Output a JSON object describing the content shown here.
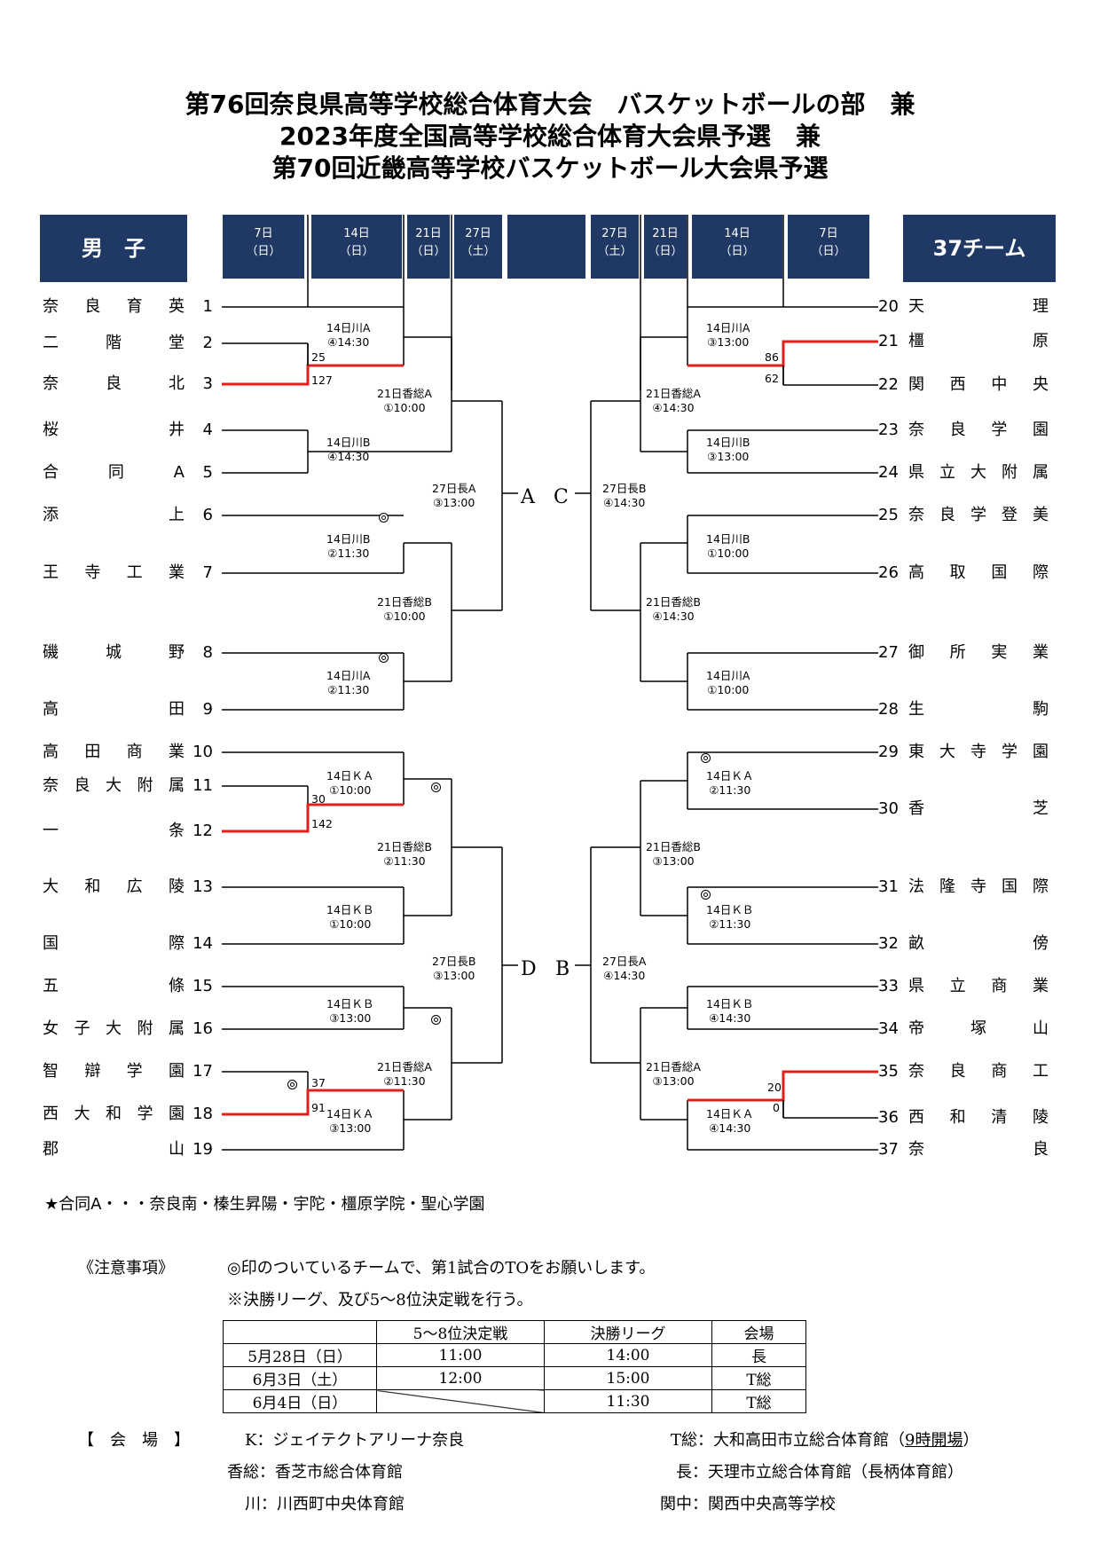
{
  "title": {
    "line1": "第76回奈良県高等学校総合体育大会　バスケットボールの部　兼",
    "line2": "2023年度全国高等学校総合体育大会県予選　兼",
    "line3": "第70回近畿高等学校バスケットボール大会県予選"
  },
  "header": {
    "division": "男　子",
    "team_count": "37チーム",
    "days_left": [
      {
        "date": "7日",
        "dow": "（日）"
      },
      {
        "date": "14日",
        "dow": "（日）"
      },
      {
        "date": "21日",
        "dow": "（日）"
      },
      {
        "date": "27日",
        "dow": "（土）"
      }
    ],
    "days_right": [
      {
        "date": "27日",
        "dow": "（土）"
      },
      {
        "date": "21日",
        "dow": "（日）"
      },
      {
        "date": "14日",
        "dow": "（日）"
      },
      {
        "date": "7日",
        "dow": "（日）"
      }
    ]
  },
  "teams_left": [
    {
      "no": "1",
      "name": "奈良育英"
    },
    {
      "no": "2",
      "name": "二階堂"
    },
    {
      "no": "3",
      "name": "奈良北"
    },
    {
      "no": "4",
      "name": "桜井"
    },
    {
      "no": "5",
      "name": "合同A"
    },
    {
      "no": "6",
      "name": "添上"
    },
    {
      "no": "7",
      "name": "王寺工業"
    },
    {
      "no": "8",
      "name": "磯城野"
    },
    {
      "no": "9",
      "name": "高田"
    },
    {
      "no": "10",
      "name": "高田商業"
    },
    {
      "no": "11",
      "name": "奈良大附属"
    },
    {
      "no": "12",
      "name": "一条"
    },
    {
      "no": "13",
      "name": "大和広陵"
    },
    {
      "no": "14",
      "name": "国際"
    },
    {
      "no": "15",
      "name": "五條"
    },
    {
      "no": "16",
      "name": "女子大附属"
    },
    {
      "no": "17",
      "name": "智辯学園"
    },
    {
      "no": "18",
      "name": "西大和学園"
    },
    {
      "no": "19",
      "name": "郡山"
    }
  ],
  "teams_right": [
    {
      "no": "20",
      "name": "天理"
    },
    {
      "no": "21",
      "name": "橿原"
    },
    {
      "no": "22",
      "name": "関西中央"
    },
    {
      "no": "23",
      "name": "奈良学園"
    },
    {
      "no": "24",
      "name": "県立大附属"
    },
    {
      "no": "25",
      "name": "奈良学登美"
    },
    {
      "no": "26",
      "name": "高取国際"
    },
    {
      "no": "27",
      "name": "御所実業"
    },
    {
      "no": "28",
      "name": "生駒"
    },
    {
      "no": "29",
      "name": "東大寺学園"
    },
    {
      "no": "30",
      "name": "香芝"
    },
    {
      "no": "31",
      "name": "法隆寺国際"
    },
    {
      "no": "32",
      "name": "畝傍"
    },
    {
      "no": "33",
      "name": "県立商業"
    },
    {
      "no": "34",
      "name": "帝塚山"
    },
    {
      "no": "35",
      "name": "奈良商工"
    },
    {
      "no": "36",
      "name": "西和清陵"
    },
    {
      "no": "37",
      "name": "奈良"
    }
  ],
  "match_labels": {
    "l1": [
      "14日川A",
      "④14:30"
    ],
    "l2": [
      "21日香総A",
      "①10:00"
    ],
    "l3": [
      "14日川B",
      "④14:30"
    ],
    "l4": [
      "27日長A",
      "③13:00"
    ],
    "l5": [
      "14日川B",
      "②11:30"
    ],
    "l6": [
      "21日香総B",
      "①10:00"
    ],
    "l7": [
      "14日川A",
      "②11:30"
    ],
    "l8": [
      "14日ＫＡ",
      "①10:00"
    ],
    "l9": [
      "21日香総B",
      "②11:30"
    ],
    "l10": [
      "14日ＫＢ",
      "①10:00"
    ],
    "l11": [
      "27日長B",
      "③13:00"
    ],
    "l12": [
      "14日ＫＢ",
      "③13:00"
    ],
    "l13": [
      "21日香総A",
      "②11:30"
    ],
    "l14": [
      "14日ＫＡ",
      "③13:00"
    ],
    "r1": [
      "14日川A",
      "③13:00"
    ],
    "r2": [
      "21日香総A",
      "④14:30"
    ],
    "r3": [
      "14日川B",
      "③13:00"
    ],
    "r4": [
      "27日長B",
      "④14:30"
    ],
    "r5": [
      "14日川B",
      "①10:00"
    ],
    "r6": [
      "21日香総B",
      "④14:30"
    ],
    "r7": [
      "14日川A",
      "①10:00"
    ],
    "r8": [
      "14日ＫＡ",
      "②11:30"
    ],
    "r9": [
      "21日香総B",
      "③13:00"
    ],
    "r10": [
      "14日ＫＢ",
      "②11:30"
    ],
    "r11": [
      "27日長A",
      "④14:30"
    ],
    "r12": [
      "14日ＫＢ",
      "④14:30"
    ],
    "r13": [
      "21日香総A",
      "③13:00"
    ],
    "r14": [
      "14日ＫＡ",
      "④14:30"
    ]
  },
  "scores": {
    "g2_3": [
      "25",
      "127"
    ],
    "g11_12": [
      "30",
      "142"
    ],
    "g17_18": [
      "37",
      "91"
    ],
    "g21_22": [
      "86",
      "62"
    ],
    "g35_36": [
      "20",
      "0"
    ]
  },
  "center": {
    "top_left": "A",
    "top_right": "C",
    "bottom_left": "D",
    "bottom_right": "B"
  },
  "footnote": "★合同A・・・奈良南・榛生昇陽・宇陀・橿原学院・聖心学園",
  "notes": {
    "heading": "《注意事項》",
    "line1": "◎印のついているチームで、第1試合のTOをお願いします。",
    "line2": "※決勝リーグ、及び5～8位決定戦を行う。"
  },
  "schedule": {
    "headers": [
      "",
      "5～8位決定戦",
      "決勝リーグ",
      "会場"
    ],
    "rows": [
      [
        "5月28日（日）",
        "11:00",
        "14:00",
        "長"
      ],
      [
        "6月3日（土）",
        "12:00",
        "15:00",
        "T総"
      ],
      [
        "6月4日（日）",
        "",
        "11:30",
        "T総"
      ]
    ]
  },
  "venues": {
    "heading": "【　会　場　】",
    "k": "K：ジェイテクトアリーナ奈良",
    "kaso": "香総：香芝市総合体育館",
    "kawa": "川：川西町中央体育館",
    "tso": "T総：大和高田市立総合体育館（",
    "tso_u": "9時開場",
    "tso_end": "）",
    "naga": "長：天理市立総合体育館（長柄体育館）",
    "kanchu": "関中：関西中央高等学校"
  },
  "colors": {
    "header_bg": "#1f3864",
    "winner_line": "#e0201a"
  }
}
